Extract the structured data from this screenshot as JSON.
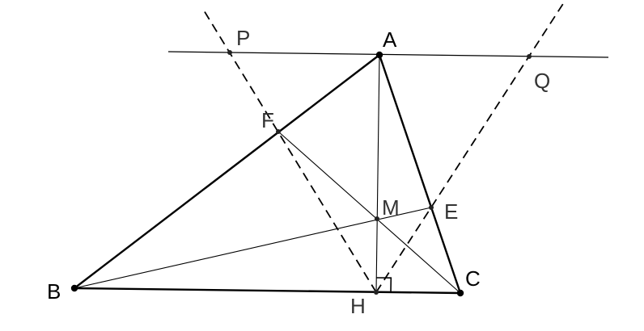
{
  "diagram": {
    "labels": {
      "A": "A",
      "B": "B",
      "C": "C",
      "E": "E",
      "F": "F",
      "H": "H",
      "M": "M",
      "P": "P",
      "Q": "Q"
    },
    "colors": {
      "line": "#000000",
      "point_label": "#333333",
      "vertex_label": "#000000",
      "background": "#ffffff"
    }
  }
}
